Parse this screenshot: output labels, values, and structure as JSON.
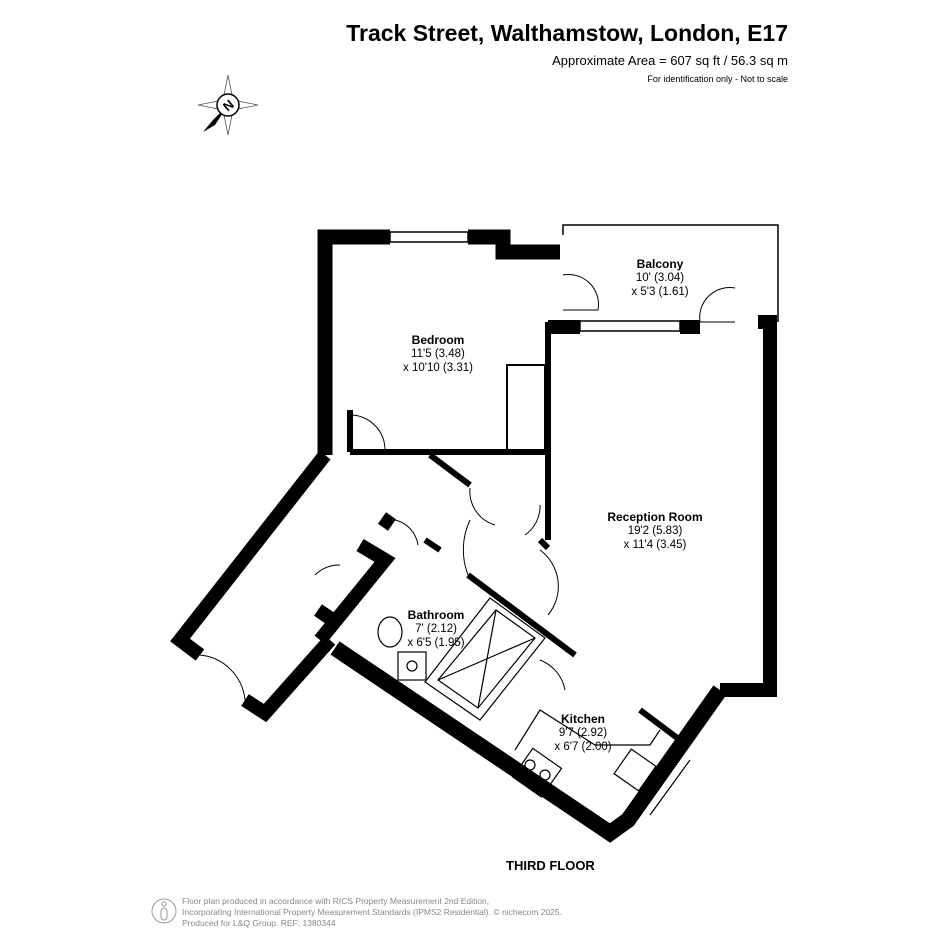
{
  "header": {
    "title": "Track Street, Walthamstow, London, E17",
    "area": "Approximate Area = 607 sq ft / 56.3 sq m",
    "note": "For identification only - Not to scale"
  },
  "compass": {
    "label": "N"
  },
  "rooms": [
    {
      "name": "Bedroom",
      "dim1": "11'5 (3.48)",
      "dim2": "x 10'10 (3.31)"
    },
    {
      "name": "Balcony",
      "dim1": "10' (3.04)",
      "dim2": "x 5'3 (1.61)"
    },
    {
      "name": "Reception Room",
      "dim1": "19'2 (5.83)",
      "dim2": "x 11'4 (3.45)"
    },
    {
      "name": "Bathroom",
      "dim1": "7' (2.12)",
      "dim2": "x 6'5 (1.95)"
    },
    {
      "name": "Kitchen",
      "dim1": "9'7 (2.92)",
      "dim2": "x 6'7 (2.00)"
    }
  ],
  "floor_label": "THIRD FLOOR",
  "footer": {
    "line1": "Floor plan produced in accordance with RICS Property Measurement 2nd Edition,",
    "line2": "Incorporating International Property Measurement Standards (IPMS2 Residential).   © nichecom 2025.",
    "line3": "Produced for L&Q Group.   REF: 1380344"
  }
}
